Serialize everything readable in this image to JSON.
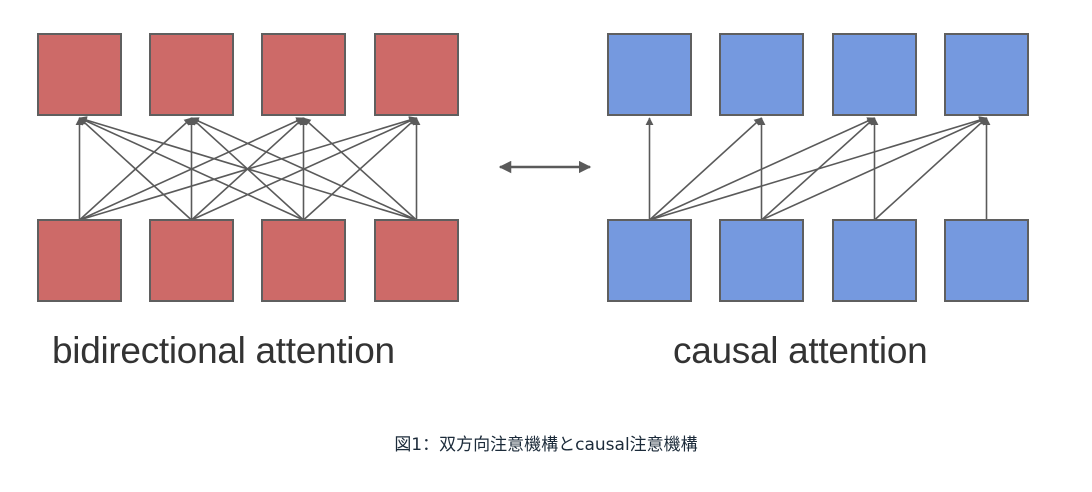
{
  "panels": [
    {
      "id": "bidirectional",
      "label": "bidirectional attention",
      "box_color": "#cd6a68",
      "tokens": 4,
      "connections": "all-to-all"
    },
    {
      "id": "causal",
      "label": "causal attention",
      "box_color": "#7599df",
      "tokens": 4,
      "connections": "lower-triangular"
    }
  ],
  "colors": {
    "arrow": "#5a5a5a",
    "box_border": "#5f5f5f"
  },
  "separator_icon": "double-headed-arrow-icon",
  "caption": "図1：双方向注意機構とcausal注意機構"
}
